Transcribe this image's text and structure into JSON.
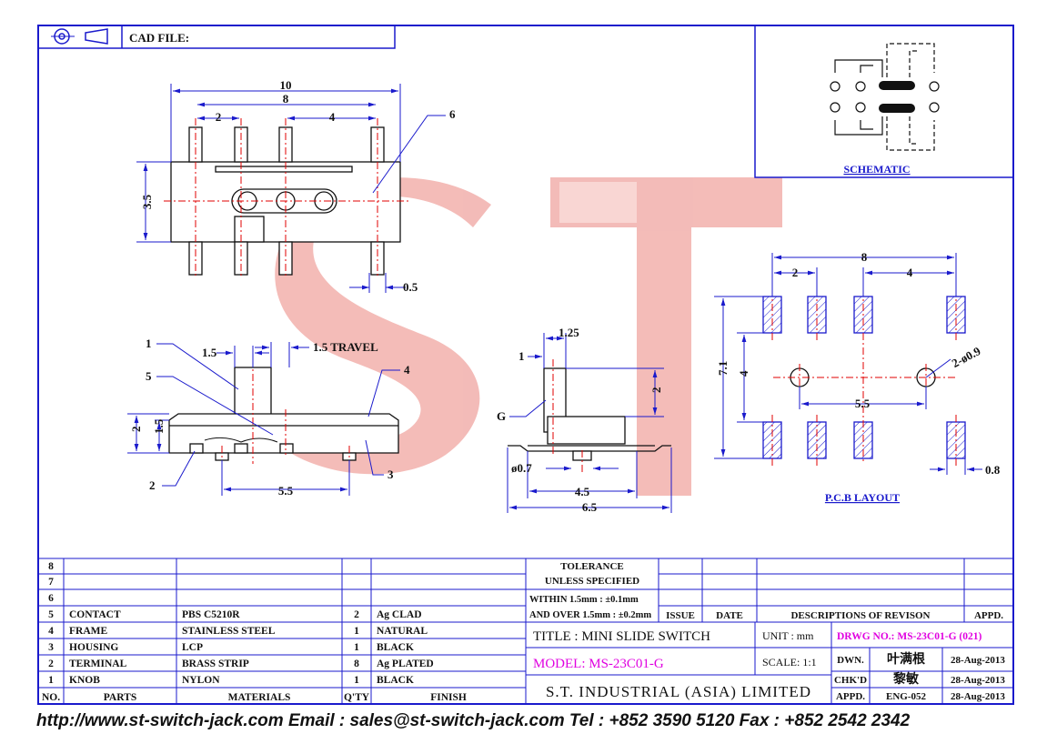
{
  "header": {
    "cad_file": "CAD FILE:"
  },
  "watermark": "ST",
  "top_view": {
    "d10": "10",
    "d8": "8",
    "d2": "2",
    "d4": "4",
    "d35": "3.5",
    "d05": "0.5",
    "callout6": "6"
  },
  "front_view": {
    "d15a": "1.5",
    "travel": "1.5 TRAVEL",
    "c1": "1",
    "c5": "5",
    "c4": "4",
    "d2": "2",
    "d15b": "1.5",
    "c2": "2",
    "c3": "3",
    "d55": "5.5"
  },
  "side_view": {
    "d125": "1.25",
    "d1": "1",
    "d2": "2",
    "g": "G",
    "d07": "ø0.7",
    "d45": "4.5",
    "d65": "6.5"
  },
  "pcb": {
    "d8": "8",
    "d2": "2",
    "d4": "4",
    "d71": "7.1",
    "d4v": "4",
    "hole": "2-ø0.9",
    "d55": "5.5",
    "d08": "0.8",
    "label": "P.C.B LAYOUT"
  },
  "schematic": {
    "label": "SCHEMATIC"
  },
  "bom": {
    "headers": {
      "no": "NO.",
      "parts": "PARTS",
      "materials": "MATERIALS",
      "qty": "Q'TY",
      "finish": "FINISH"
    },
    "rows": [
      {
        "no": "8",
        "part": "",
        "material": "",
        "qty": "",
        "finish": ""
      },
      {
        "no": "7",
        "part": "",
        "material": "",
        "qty": "",
        "finish": ""
      },
      {
        "no": "6",
        "part": "",
        "material": "",
        "qty": "",
        "finish": ""
      },
      {
        "no": "5",
        "part": "CONTACT",
        "material": "PBS C5210R",
        "qty": "2",
        "finish": "Ag CLAD"
      },
      {
        "no": "4",
        "part": "FRAME",
        "material": "STAINLESS STEEL",
        "qty": "1",
        "finish": "NATURAL"
      },
      {
        "no": "3",
        "part": "HOUSING",
        "material": "LCP",
        "qty": "1",
        "finish": "BLACK"
      },
      {
        "no": "2",
        "part": "TERMINAL",
        "material": "BRASS STRIP",
        "qty": "8",
        "finish": "Ag PLATED"
      },
      {
        "no": "1",
        "part": "KNOB",
        "material": "NYLON",
        "qty": "1",
        "finish": "BLACK"
      }
    ]
  },
  "tolerance": {
    "l1": "TOLERANCE",
    "l2": "UNLESS   SPECIFIED",
    "l3": "WITHIN  1.5mm : ±0.1mm",
    "l4": "AND OVER 1.5mm : ±0.2mm"
  },
  "revision": {
    "issue": "ISSUE",
    "date": "DATE",
    "desc": "DESCRIPTIONS  OF  REVISON",
    "appd": "APPD."
  },
  "title_block": {
    "title": "TITLE : MINI SLIDE SWITCH",
    "model": "MODEL: MS-23C01-G",
    "company": "S.T.  INDUSTRIAL  (ASIA)  LIMITED",
    "unit": "UNIT :   mm",
    "scale": "SCALE:   1:1",
    "drwg": "DRWG NO.: MS-23C01-G (021)",
    "dwn": "DWN.",
    "dwn_name": "叶满根",
    "dwn_date": "28-Aug-2013",
    "chkd": "CHK'D",
    "chkd_name": "黎敏",
    "chkd_date": "28-Aug-2013",
    "appd": "APPD.",
    "appd_name": "ENG-052",
    "appd_date": "28-Aug-2013"
  },
  "footer": "http://www.st-switch-jack.com  Email : sales@st-switch-jack.com  Tel : +852 3590 5120  Fax : +852 2542 2342",
  "colors": {
    "frame": "#1a1acc",
    "watermark": "#f2b0ac",
    "magenta": "#e000e0",
    "center": "#e00000"
  }
}
